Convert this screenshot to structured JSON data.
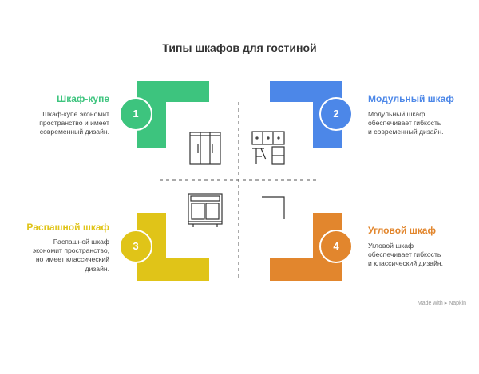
{
  "title": "Типы шкафов для гостиной",
  "colors": {
    "green": "#3DC47E",
    "blue": "#4C87E8",
    "yellow": "#E0C418",
    "orange": "#E2862D"
  },
  "items": [
    {
      "number": "1",
      "title": "Шкаф-купе",
      "desc": [
        "Шкаф-купе экономит",
        "пространство и имеет",
        "современный дизайн."
      ],
      "icon": "sliding-wardrobe-icon"
    },
    {
      "number": "2",
      "title": "Модульный шкаф",
      "desc": [
        "Модульный шкаф",
        "обеспечивает гибкость",
        "и современный дизайн."
      ],
      "icon": "modular-cabinet-icon"
    },
    {
      "number": "3",
      "title": "Распашной шкаф",
      "desc": [
        "Распашной шкаф",
        "экономит пространство,",
        "но имеет классический",
        "дизайн."
      ],
      "icon": "hinged-wardrobe-icon"
    },
    {
      "number": "4",
      "title": "Угловой шкаф",
      "desc": [
        "Угловой шкаф",
        "обеспечивает гибкость",
        "и классический дизайн."
      ],
      "icon": "corner-cabinet-icon"
    }
  ],
  "footer": {
    "made_with": "Made with",
    "brand": "Napkin"
  }
}
